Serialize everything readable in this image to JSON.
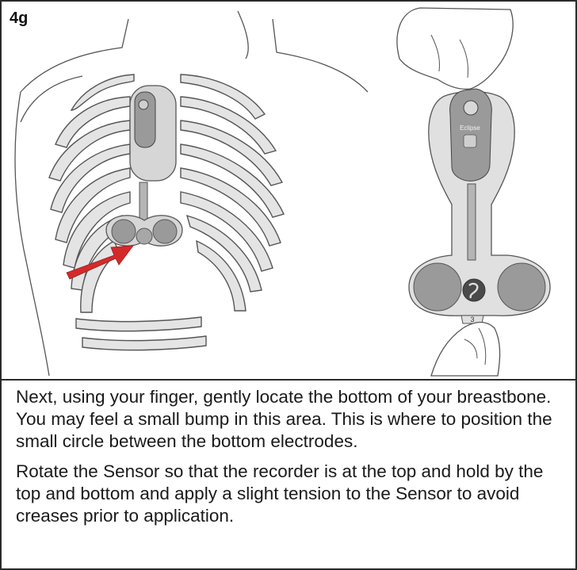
{
  "step": {
    "label": "4g"
  },
  "illustration": {
    "device_brand_text": "Eclipse",
    "pull_tab_number": "3",
    "arrow_color": "#d42a2a",
    "rib_fill_color": "#e4e4e4",
    "sensor_fill_color": "#bdbdbd"
  },
  "instructions": {
    "paragraph_1": "Next,  using your finger, gently locate the bottom of your breastbone.  You may feel a small bump in this area.  This is where to position the small circle between the bottom electrodes.",
    "paragraph_2": "Rotate the Sensor so that the recorder is at the top and hold by the top and bottom and apply a slight tension to the Sensor to avoid creases prior to application."
  }
}
